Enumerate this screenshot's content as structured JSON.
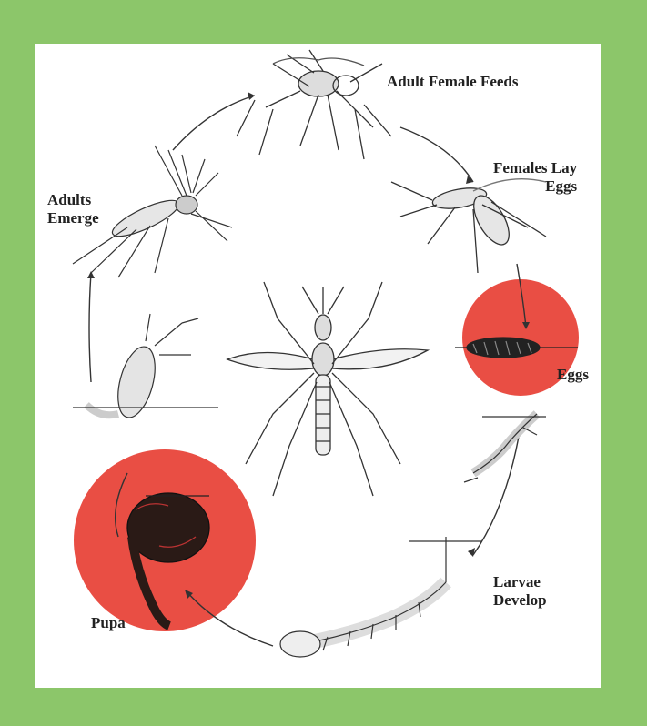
{
  "diagram": {
    "stages": {
      "adult_feeds": "Adult Female Feeds",
      "females_lay": [
        "Females Lay",
        "Eggs"
      ],
      "eggs": "Eggs",
      "larvae": [
        "Larvae",
        "Develop"
      ],
      "pupa": "Pupa",
      "adults_emerge": [
        "Adults",
        "Emerge"
      ]
    },
    "colors": {
      "frame": "#8cc66a",
      "panel": "#ffffff",
      "highlight": "#e8453a",
      "ink": "#222222"
    },
    "highlighted_stages": [
      "eggs",
      "pupa"
    ]
  }
}
